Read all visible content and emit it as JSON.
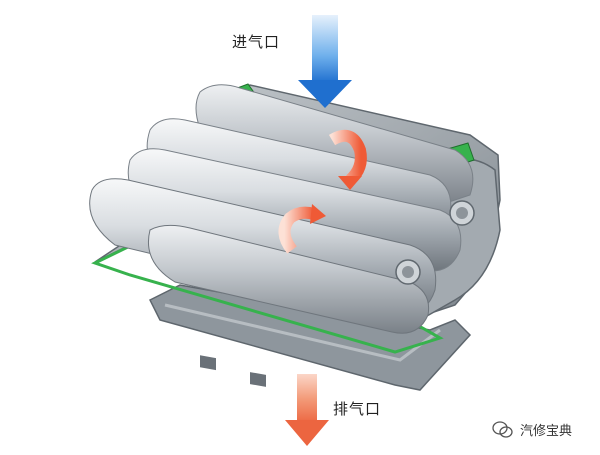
{
  "labels": {
    "inlet": "进气口",
    "outlet": "排气口"
  },
  "watermark": {
    "text": "汽修宝典",
    "icon": "wechat-icon"
  },
  "colors": {
    "inlet_arrow": "#2f7fd6",
    "outlet_arrow": "#f07050",
    "rotation_arrow": "#f26a4b",
    "seal": "#37b24d",
    "housing": "#9aa2a8",
    "rotor": "#c9ced3"
  }
}
